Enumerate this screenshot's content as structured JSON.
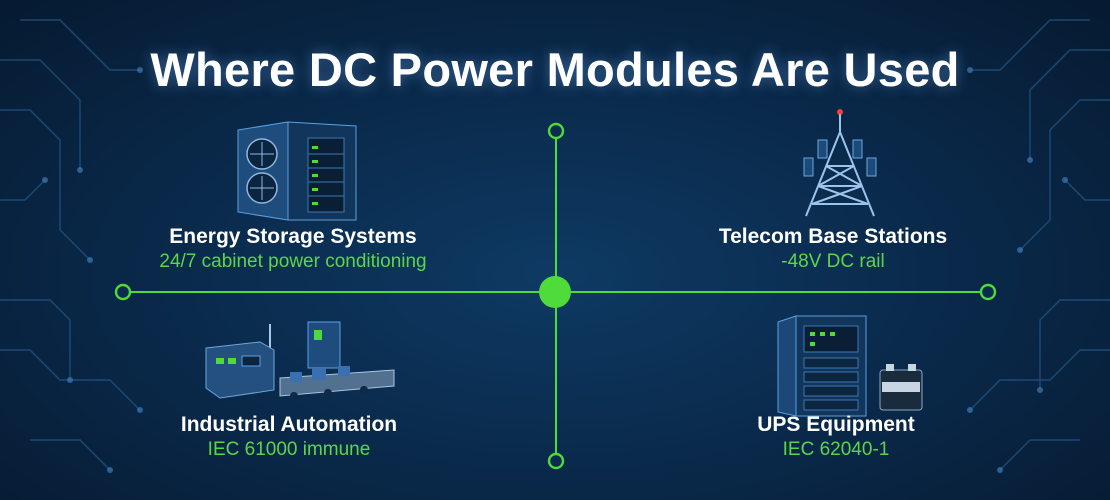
{
  "title": "Where DC Power Modules Are Used",
  "accent_color": "#4fdc3a",
  "applications": [
    {
      "title": "Energy Storage Systems",
      "subtitle": "24/7 cabinet power conditioning",
      "icon": "energy-storage-cabinet-icon"
    },
    {
      "title": "Telecom Base Stations",
      "subtitle": "-48V DC rail",
      "icon": "telecom-tower-icon"
    },
    {
      "title": "Industrial Automation",
      "subtitle": "IEC 61000 immune",
      "icon": "industrial-automation-icon"
    },
    {
      "title": "UPS Equipment",
      "subtitle": "IEC 62040-1",
      "icon": "ups-cabinet-icon"
    }
  ]
}
